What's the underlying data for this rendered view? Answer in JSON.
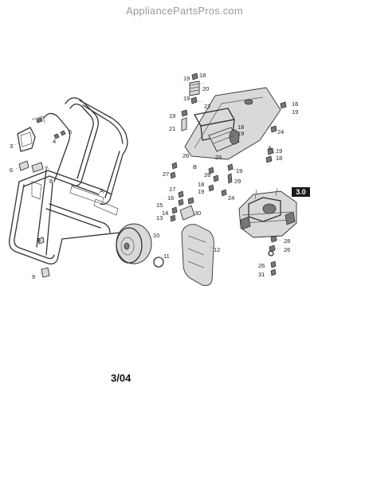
{
  "header": {
    "watermark": "AppliancePartsPros.com"
  },
  "section_badge": "3.0",
  "revision": "3/04",
  "callouts": [
    {
      "id": "c-3",
      "label": "3"
    },
    {
      "id": "c-4",
      "label": "4"
    },
    {
      "id": "c-5",
      "label": "5"
    },
    {
      "id": "c-6",
      "label": "6"
    },
    {
      "id": "c-7",
      "label": "7"
    },
    {
      "id": "c-8",
      "label": "8"
    },
    {
      "id": "c-9",
      "label": "9"
    },
    {
      "id": "c-10",
      "label": "10"
    },
    {
      "id": "c-11",
      "label": "11"
    },
    {
      "id": "c-12",
      "label": "12"
    },
    {
      "id": "c-13",
      "label": "13"
    },
    {
      "id": "c-14",
      "label": "14"
    },
    {
      "id": "c-15",
      "label": "15"
    },
    {
      "id": "c-16a",
      "label": "16"
    },
    {
      "id": "c-16b",
      "label": "16"
    },
    {
      "id": "c-17",
      "label": "17"
    },
    {
      "id": "c-18a",
      "label": "18"
    },
    {
      "id": "c-18b",
      "label": "18"
    },
    {
      "id": "c-18c",
      "label": "18"
    },
    {
      "id": "c-18d",
      "label": "18"
    },
    {
      "id": "c-19a",
      "label": "19"
    },
    {
      "id": "c-19b",
      "label": "19"
    },
    {
      "id": "c-19c",
      "label": "19"
    },
    {
      "id": "c-19d",
      "label": "19"
    },
    {
      "id": "c-19e",
      "label": "19"
    },
    {
      "id": "c-19f",
      "label": "19"
    },
    {
      "id": "c-19g",
      "label": "19"
    },
    {
      "id": "c-19h",
      "label": "19"
    },
    {
      "id": "c-20",
      "label": "20"
    },
    {
      "id": "c-21",
      "label": "21"
    },
    {
      "id": "c-22",
      "label": "22"
    },
    {
      "id": "c-24a",
      "label": "24"
    },
    {
      "id": "c-24b",
      "label": "24"
    },
    {
      "id": "c-25",
      "label": "25"
    },
    {
      "id": "c-26a",
      "label": "26"
    },
    {
      "id": "c-26b",
      "label": "26"
    },
    {
      "id": "c-26c",
      "label": "26"
    },
    {
      "id": "c-26d",
      "label": "26"
    },
    {
      "id": "c-27",
      "label": "27"
    },
    {
      "id": "c-28",
      "label": "28"
    },
    {
      "id": "c-29",
      "label": "29"
    },
    {
      "id": "c-30",
      "label": "30"
    },
    {
      "id": "c-31",
      "label": "31"
    },
    {
      "id": "c-A1",
      "label": "A"
    },
    {
      "id": "c-A2",
      "label": "A"
    },
    {
      "id": "c-B1",
      "label": "B"
    },
    {
      "id": "c-B2",
      "label": "B"
    }
  ]
}
